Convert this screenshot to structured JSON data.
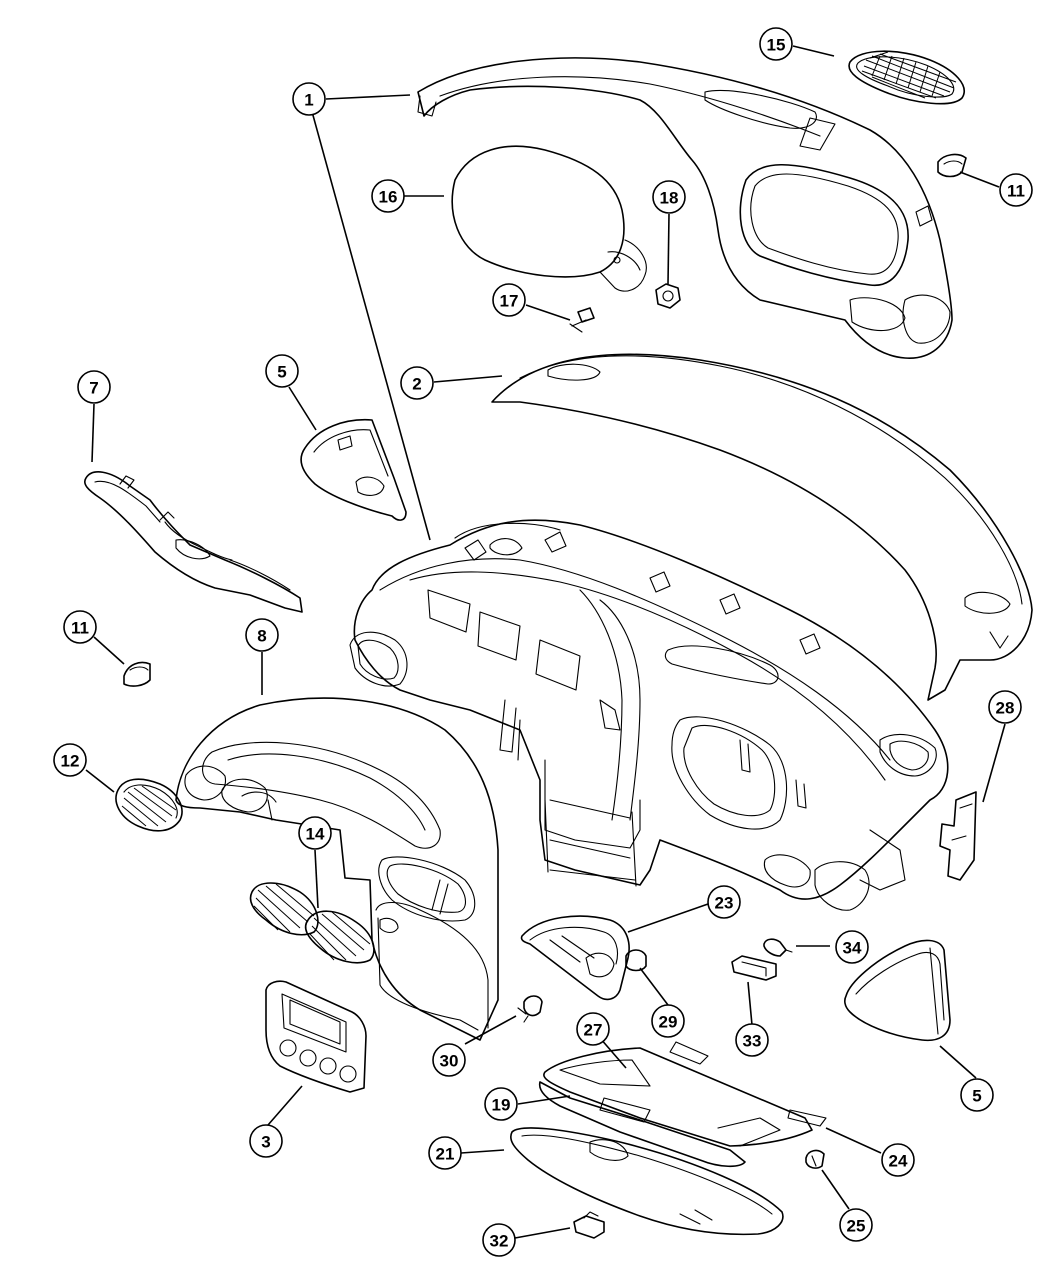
{
  "callouts": [
    {
      "id": "c1",
      "label": "1",
      "part": "instrument-panel-top-cover"
    },
    {
      "id": "c2",
      "label": "2",
      "part": "instrument-panel-top-pad"
    },
    {
      "id": "c3",
      "label": "3",
      "part": "radio-hvac-bezel"
    },
    {
      "id": "c5a",
      "label": "5",
      "part": "left-end-cap"
    },
    {
      "id": "c5b",
      "label": "5",
      "part": "right-end-cap"
    },
    {
      "id": "c7",
      "label": "7",
      "part": "left-lower-bezel"
    },
    {
      "id": "c8",
      "label": "8",
      "part": "instrument-cluster-bezel"
    },
    {
      "id": "c11a",
      "label": "11",
      "part": "small-outlet-left"
    },
    {
      "id": "c11b",
      "label": "11",
      "part": "small-outlet-right"
    },
    {
      "id": "c12",
      "label": "12",
      "part": "side-air-outlet"
    },
    {
      "id": "c14",
      "label": "14",
      "part": "center-air-outlets"
    },
    {
      "id": "c15",
      "label": "15",
      "part": "speaker-grille"
    },
    {
      "id": "c16",
      "label": "16",
      "part": "passenger-air-bag"
    },
    {
      "id": "c17",
      "label": "17",
      "part": "screw"
    },
    {
      "id": "c18",
      "label": "18",
      "part": "nut"
    },
    {
      "id": "c19",
      "label": "19",
      "part": "glove-box-inner"
    },
    {
      "id": "c21",
      "label": "21",
      "part": "glove-box-door"
    },
    {
      "id": "c23",
      "label": "23",
      "part": "ashtray-housing"
    },
    {
      "id": "c24",
      "label": "24",
      "part": "glove-box-bin"
    },
    {
      "id": "c25",
      "label": "25",
      "part": "bumper"
    },
    {
      "id": "c27",
      "label": "27",
      "part": "glove-box-liner"
    },
    {
      "id": "c28",
      "label": "28",
      "part": "bracket"
    },
    {
      "id": "c29",
      "label": "29",
      "part": "lamp"
    },
    {
      "id": "c30",
      "label": "30",
      "part": "switch"
    },
    {
      "id": "c32",
      "label": "32",
      "part": "latch"
    },
    {
      "id": "c33",
      "label": "33",
      "part": "glove-box-lamp"
    },
    {
      "id": "c34",
      "label": "34",
      "part": "bulb"
    }
  ]
}
